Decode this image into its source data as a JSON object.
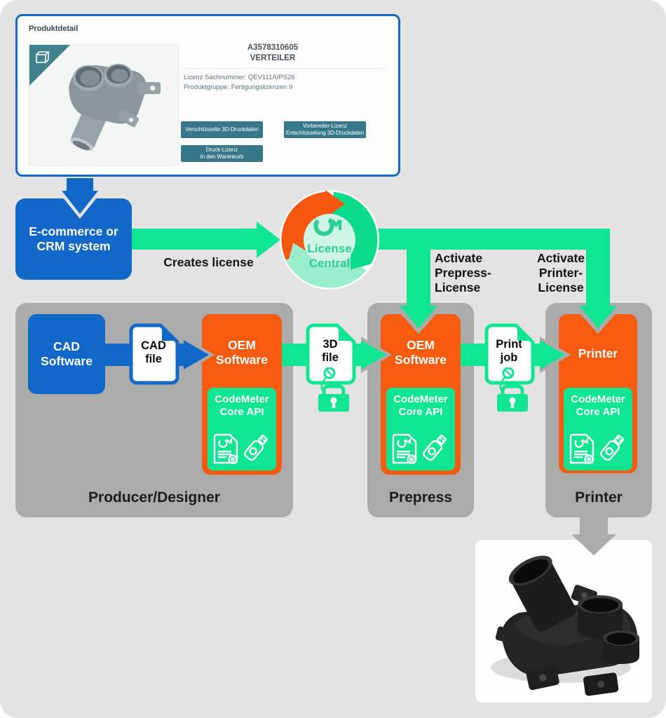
{
  "colors": {
    "page_bg": "#E3E3E3",
    "blue": "#1268C9",
    "orange": "#F75B10",
    "green": "#10E592",
    "pale_green": "#9BEECB",
    "inner_circle_green": "#CEF5E5",
    "logo_green": "#2BCF95",
    "container_gray": "#ABABAB",
    "button_teal": "#36778A"
  },
  "product_card": {
    "title": "Produktdetail",
    "product_number": "A3578310605",
    "product_name": "VERTEILER",
    "detail_lines": [
      "Lizenz Sachnummer: QEV111AIPS26",
      "Produktgruppe: Fertigungslizenzen II"
    ],
    "buttons": [
      {
        "lines": [
          "Verschlüsselte 3D-Druckdaten",
          ""
        ]
      },
      {
        "lines": [
          "Vorbereiter-Lizenz",
          "Entschlüsselung 3D-Druckdaten"
        ]
      },
      {
        "lines": [
          "Druck-Lizenz",
          "In den Warenkorb"
        ]
      }
    ]
  },
  "flow": {
    "ecommerce": {
      "lines": [
        "E-commerce or",
        "CRM system"
      ]
    },
    "creates_license": "Creates license",
    "license_central": {
      "lines": [
        "License",
        "Central"
      ]
    },
    "activate_prepress": {
      "lines": [
        "Activate",
        "Prepress-",
        "License"
      ]
    },
    "activate_printer": {
      "lines": [
        "Activate",
        "Printer-",
        "License"
      ]
    }
  },
  "pipeline": {
    "cad_software": {
      "lines": [
        "CAD",
        "Software"
      ]
    },
    "cad_file": {
      "lines": [
        "CAD",
        "file"
      ]
    },
    "oem_software": {
      "lines": [
        "OEM",
        "Software"
      ]
    },
    "three_d_file": {
      "lines": [
        "3D",
        "file"
      ]
    },
    "print_job": {
      "lines": [
        "Print",
        "job"
      ]
    },
    "printer_box_label": "Printer",
    "codemeter": {
      "lines": [
        "CodeMeter",
        "Core API"
      ]
    },
    "groups": {
      "producer": "Producer/Designer",
      "prepress": "Prepress",
      "printer": "Printer"
    }
  }
}
